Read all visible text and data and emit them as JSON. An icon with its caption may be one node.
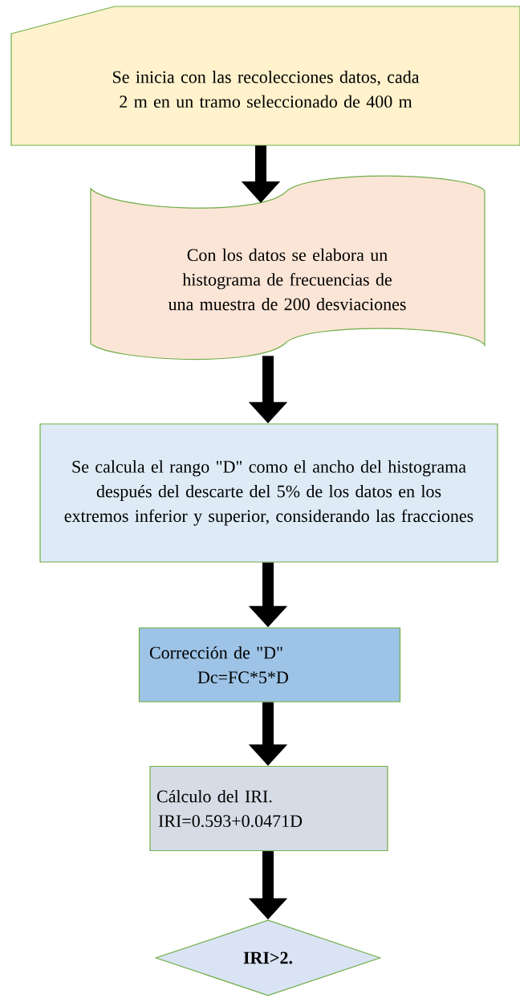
{
  "diagram": {
    "nodes": [
      {
        "text": [
          "Se inicia con las recolecciones datos, cada 2 m en un tramo seleccionado de 400 m"
        ]
      },
      {
        "text": [
          "Con los datos se elabora un histograma de frecuencias de una muestra de 200 desviaciones"
        ]
      },
      {
        "text": [
          "Se calcula el rango \"D\" como el ancho del histograma después del descarte del 5% de los datos en los extremos inferior y superior, considerando las fracciones"
        ]
      },
      {
        "text": [
          "Corrección de \"D\"",
          "Dc=FC*5*D"
        ]
      },
      {
        "text": [
          "Cálculo del IRI.",
          "IRI=0.593+0.0471D"
        ]
      },
      {
        "text": [
          "IRI>2."
        ]
      }
    ],
    "edges": [
      {
        "from": 0,
        "to": 1,
        "arrow": "to"
      },
      {
        "from": 1,
        "to": 2,
        "arrow": "to"
      },
      {
        "from": 2,
        "to": 3,
        "arrow": "to"
      },
      {
        "from": 3,
        "to": 4,
        "arrow": "to"
      },
      {
        "from": 4,
        "to": 5,
        "arrow": "to"
      }
    ]
  }
}
